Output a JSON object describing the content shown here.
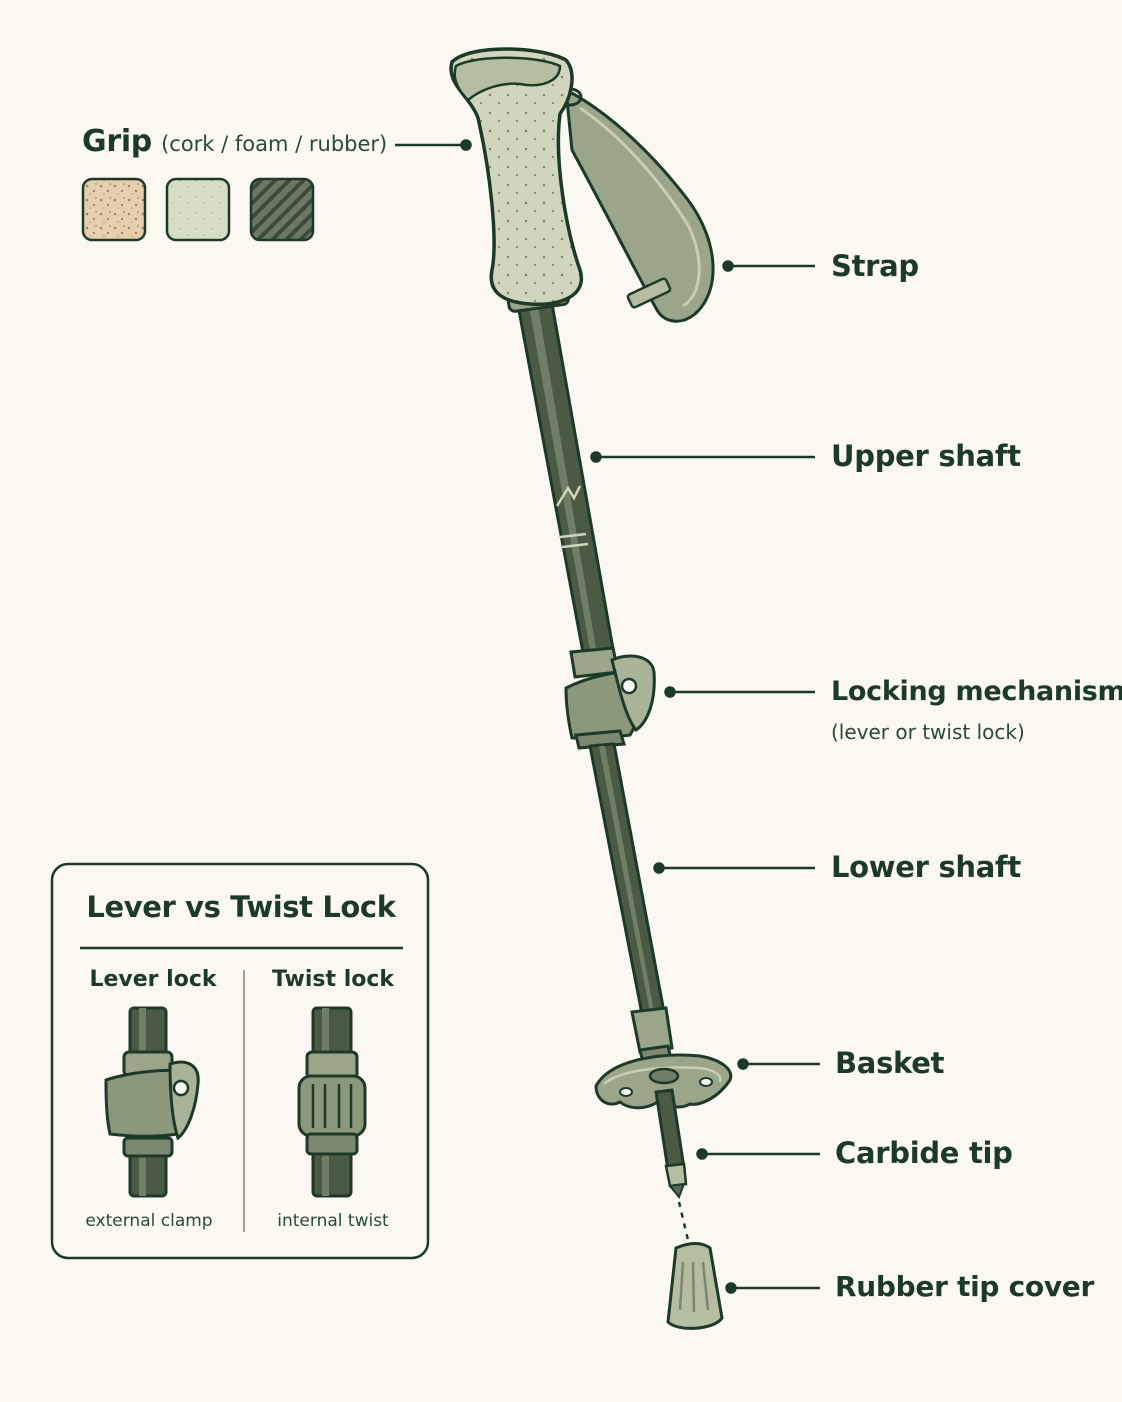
{
  "grip": {
    "title": "Grip",
    "subtitle": "(cork / foam / rubber)",
    "swatches": [
      {
        "name": "cork",
        "color": "#e6cfae"
      },
      {
        "name": "foam",
        "color": "#d6dcc6"
      },
      {
        "name": "rubber",
        "color": "#5c6a56"
      }
    ]
  },
  "labels": {
    "strap": "Strap",
    "upper_shaft": "Upper shaft",
    "locking": "Locking mechanism",
    "locking_sub": "(lever or twist lock)",
    "lower_shaft": "Lower shaft",
    "basket": "Basket",
    "carbide_tip": "Carbide tip",
    "rubber_tip_cover": "Rubber tip cover"
  },
  "comparison": {
    "title": "Lever vs Twist Lock",
    "lever": {
      "title": "Lever lock",
      "caption": "external clamp"
    },
    "twist": {
      "title": "Twist lock",
      "caption": "internal twist"
    }
  },
  "colors": {
    "ink": "#1d3a28",
    "shaft": "#4a5a44",
    "shaft_light": "#6f7f67",
    "parts": "#9aa589",
    "foam": "#cfd6bd",
    "background": "#faf8f1"
  }
}
